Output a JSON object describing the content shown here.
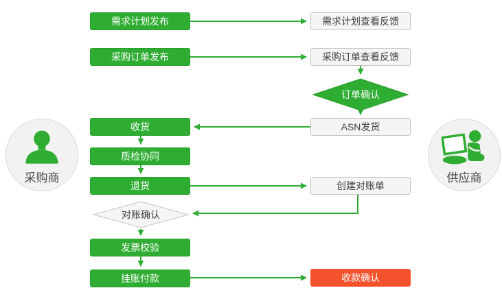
{
  "colors": {
    "green": "#2fad33",
    "green_border": "#27a02b",
    "red": "#f4512d",
    "box_bg": "#f5f5f5",
    "box_border": "#c4c4c4",
    "text_dark": "#3f3f3f",
    "circle_bg": "#f2f2f2",
    "circle_border": "#d9d9d9",
    "actor_text": "#4a4a4a"
  },
  "actors": {
    "buyer": {
      "label": "采购商",
      "icon": "person-icon"
    },
    "supplier": {
      "label": "供应商",
      "icon": "person-laptop-icon"
    }
  },
  "nodes": {
    "demand_plan_publish": {
      "label": "需求计划发布",
      "type": "process",
      "owner": "buyer"
    },
    "demand_plan_feedback": {
      "label": "需求计划查看反馈",
      "type": "process",
      "owner": "supplier"
    },
    "po_publish": {
      "label": "采购订单发布",
      "type": "process",
      "owner": "buyer"
    },
    "po_feedback": {
      "label": "采购订单查看反馈",
      "type": "process",
      "owner": "supplier"
    },
    "order_confirm": {
      "label": "订单确认",
      "type": "decision",
      "owner": "supplier"
    },
    "receive_goods": {
      "label": "收货",
      "type": "process",
      "owner": "buyer"
    },
    "asn_ship": {
      "label": "ASN发货",
      "type": "process",
      "owner": "supplier"
    },
    "quality_check": {
      "label": "质检协同",
      "type": "process",
      "owner": "buyer"
    },
    "return_goods": {
      "label": "退货",
      "type": "process",
      "owner": "buyer"
    },
    "create_statement": {
      "label": "创建对账单",
      "type": "process",
      "owner": "supplier"
    },
    "statement_confirm": {
      "label": "对账确认",
      "type": "decision",
      "owner": "buyer"
    },
    "invoice_verify": {
      "label": "发票校验",
      "type": "process",
      "owner": "buyer"
    },
    "pending_payment": {
      "label": "挂账付款",
      "type": "process",
      "owner": "buyer"
    },
    "receipt_confirm": {
      "label": "收款确认",
      "type": "process",
      "owner": "supplier",
      "highlight": "red"
    }
  },
  "flows": [
    {
      "from": "demand_plan_publish",
      "to": "demand_plan_feedback"
    },
    {
      "from": "po_publish",
      "to": "po_feedback"
    },
    {
      "from": "po_feedback",
      "to": "order_confirm"
    },
    {
      "from": "order_confirm",
      "to": "asn_ship"
    },
    {
      "from": "asn_ship",
      "to": "receive_goods"
    },
    {
      "from": "receive_goods",
      "to": "quality_check"
    },
    {
      "from": "quality_check",
      "to": "return_goods"
    },
    {
      "from": "return_goods",
      "to": "create_statement"
    },
    {
      "from": "create_statement",
      "to": "statement_confirm"
    },
    {
      "from": "statement_confirm",
      "to": "invoice_verify"
    },
    {
      "from": "invoice_verify",
      "to": "pending_payment"
    },
    {
      "from": "pending_payment",
      "to": "receipt_confirm"
    }
  ]
}
